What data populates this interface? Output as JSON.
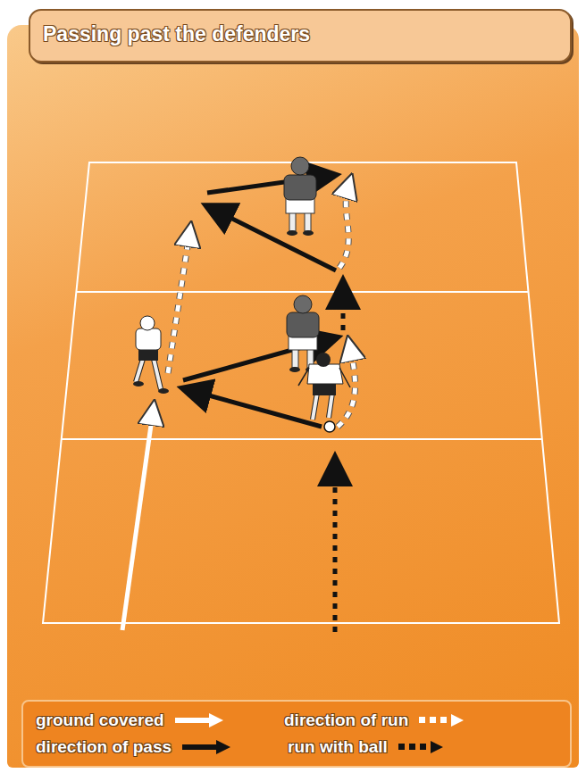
{
  "diagram": {
    "title": "Passing past the defenders",
    "legend": [
      {
        "text": "ground covered"
      },
      {
        "text": "direction of run"
      },
      {
        "text": "direction of pass"
      },
      {
        "text": "run with ball"
      }
    ]
  }
}
